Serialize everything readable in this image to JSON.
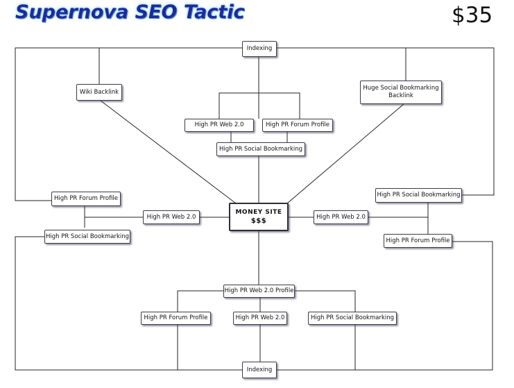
{
  "title": "Supernova SEO Tactic",
  "price": "$35",
  "nodes": {
    "indexing_top": "Indexing",
    "wiki_backlink": "Wiki Backlink",
    "huge_social_bookmarking": "Huge Social Bookmarking Backlink",
    "top_web20": "High PR Web 2.0",
    "top_forum_profile": "High PR Forum Profile",
    "top_social_bookmarking": "High PR Social Bookmarking",
    "left_forum_profile": "High PR Forum Profile",
    "left_web20": "High PR Web 2.0",
    "left_social_bookmarking": "High PR Social Bookmarking",
    "money_site": "MONEY SITE",
    "money_site_sub": "$$$",
    "right_web20": "High PR Web 2.0",
    "right_social_bookmarking": "High PR Social Bookmarking",
    "right_forum_profile": "High PR Forum Profile",
    "bottom_web20_profile": "High PR Web 2.0 Profile",
    "bottom_forum_profile": "High PR Forum Profile",
    "bottom_web20": "High PR Web 2.0",
    "bottom_social_bookmarking": "High PR Social Bookmarking",
    "indexing_bottom": "Indexing"
  },
  "colors": {
    "title": "#1e2a9a",
    "title_glow": "#8fd8ff",
    "line": "#222222"
  }
}
